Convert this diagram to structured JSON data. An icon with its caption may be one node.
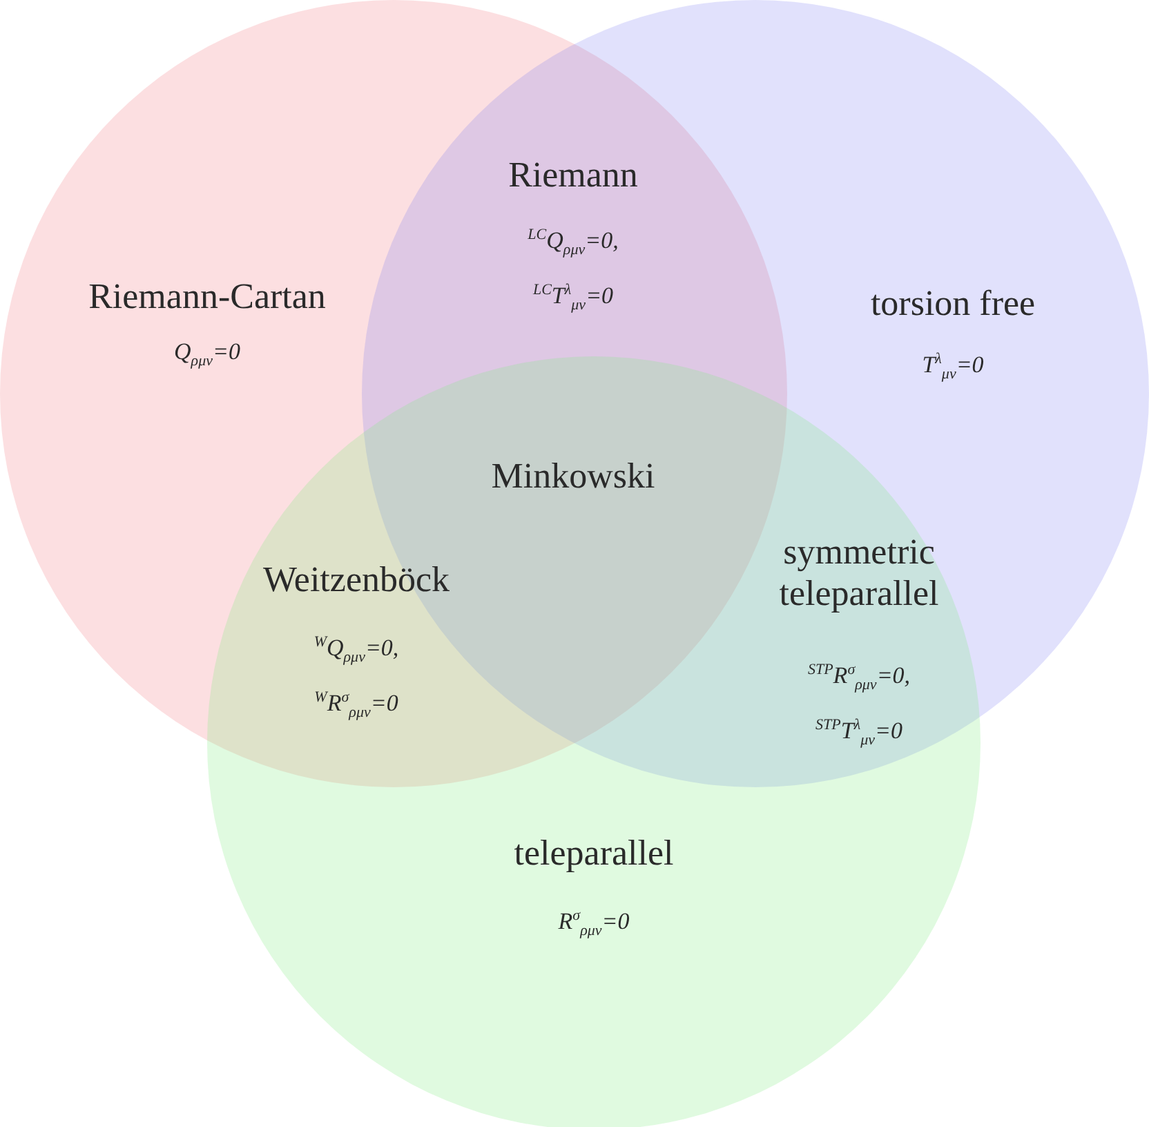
{
  "diagram": {
    "nodes": [
      {
        "text": [
          "Riemann-Cartan",
          "Q$_{ρμν}$=0"
        ]
      },
      {
        "text": [
          "torsion free",
          "T$^{λ}$$_{μν}$=0"
        ]
      },
      {
        "text": [
          "teleparallel",
          "R$^{σ}$$_{ρμν}$=0"
        ]
      }
    ],
    "labels": [
      "Riemann",
      "$^{LC}$Q$_{ρμν}$=0,",
      "$^{LC}$T$^{λ}$$_{μν}$=0",
      "Minkowski",
      "Weitzenböck",
      "$^{W}$Q$_{ρμν}$=0,",
      "$^{W}$R$^{σ}$$_{ρμν}$=0",
      "symmetric teleparallel",
      "$^{STP}$R$^{σ}$$_{ρμν}$=0,",
      "$^{STP}$T$^{λ}$$_{μν}$=0"
    ]
  }
}
